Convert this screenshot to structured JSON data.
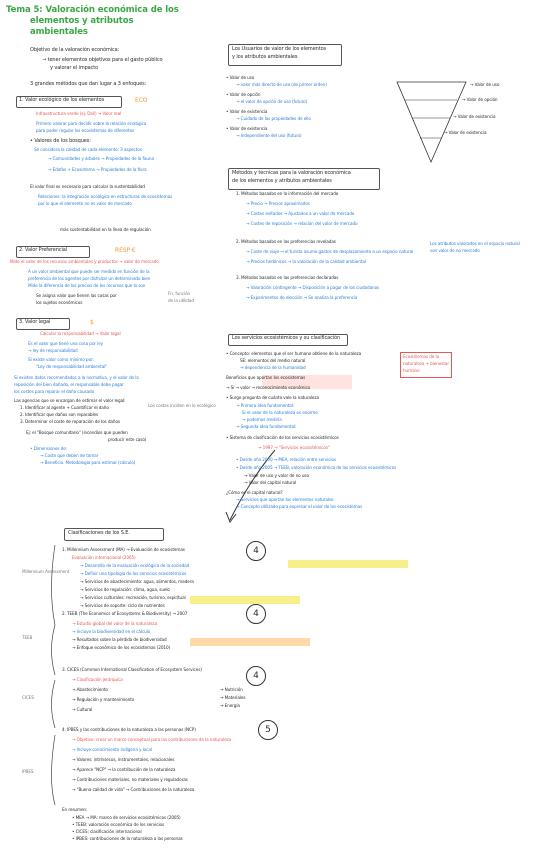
{
  "title": {
    "line1": "Tema 5: Valoración económica de los",
    "line2": "elementos y atributos",
    "line3": "ambientales"
  },
  "s1": {
    "a": "Objetivo de la valoración económica:",
    "b": "→ tener elementos objetivos para el gasto público",
    "c": "y valorar el impacto",
    "d": "3 grandes métodos que dan lugar a 3 enfoques:"
  },
  "m1": {
    "title": "1. Valor ecológico de los elementos",
    "tag": "ECO",
    "a": "Infraestructura verde (ej. Dalí) → Valor real",
    "b": "Primero valorar para decidir sobre la relación ecológica",
    "c": "para poder regular los ecosistemas de diferentes",
    "d": "• Valores de los bosques:",
    "e": "Se considera la calidad de cada elemento: 3 aspectos",
    "f": "→ Comunidades y árboles → Propiedades de la fauna",
    "g": "→ Edafos + Ecosistema → Propiedades de la flora",
    "h": "El valor final es necesario para  calcular la sustentabilidad",
    "i": "Relaciones: la integración ecológica en estructuras de ecosistemas",
    "j": "por lo que el elemento no es valor de mercado",
    "k": "más sustentabilidad en la línea de regulación"
  },
  "m2": {
    "title": "2. Valor Preferencial",
    "tag": "RESP €",
    "a": "Mide el valor de los recursos ambientales y productos → valor de mercado",
    "b": "A un valor ambiental que puede ser medido en función de la",
    "c": "preferencia de los agentes por disfrutar un determinado bien",
    "d": "Mide la diferencia de los precios de los recursos que lo son",
    "e": "Se asigna valor que tienen las cosas por",
    "f": "los sujetos económicos",
    "note1": "Fn. función",
    "note2": "de la utilidad"
  },
  "m3": {
    "title": "3. Valor legal",
    "tag": "$",
    "a": "Calcular la responsabilidad → Valor legal",
    "b": "Es el valor que tiene una cosa por ley",
    "c": "→ ley de responsabilidad",
    "d": "Sí existe valor como mínimo por:",
    "e": "\"Ley de responsabilidad ambiental\"",
    "f": "Si existen datos recomendados a la normativa, y el valor de la",
    "g": "reposición del bien dañado, el responsable debe pagar",
    "h": "los costes para reparar el daño causado",
    "i": "Las agencias que se encargan de estimar el valor legal:",
    "j": "1. Identificar al agente + Cuantificar el daño",
    "k": "2. Identificar que daños son reparables",
    "l": "3. Determinar el coste de reparación de los daños",
    "m": "Ej: el \"Bosque comunitario\" (incendios que pueden",
    "n": "producir este caso)",
    "o": "• Dimensiones de:",
    "p": "→ Coste que deben de tomar",
    "q": "→ Beneficio. Metodología para estimar (cálculo)",
    "note": "Los costes inciden en lo ecológico"
  },
  "r1": {
    "title1": "Los Usuarios de valor de los elementos",
    "title2": "y los atributos ambientales",
    "u1": "• Valor de uso",
    "u1a": "→ valor más directo de uso (de primer orden)",
    "u2": "• Valor de opción",
    "u2a": "→ el valor de opción de uso (futuro)",
    "u3": "• Valor de existencia",
    "u3a": "→ Cuidado de las propiedades de ello",
    "u4": "• Valor de existencia",
    "u4a": "→ Independiente del uso (futuro)",
    "p1": "→ Valor de uso",
    "p2": "→ Valor de opción",
    "p3": "→ Valor de existencia",
    "p4": "→ Valor de existencia"
  },
  "r2": {
    "title1": "Métodos y técnicas para la valoración económica",
    "title2": "de los elementos y atributos ambientales",
    "a": "1. Métodos basados en la información del mercado",
    "b": "→ Precio → Precios aproximados",
    "c": "→ Costes evitados → Ajustados a un valor de mercado",
    "d": "→ Costes de reposición → relación del valor de mercado",
    "e": "2. Métodos basados en las preferencias reveladas",
    "f": "→ Coste de viaje → el turista asume gastos de desplazamiento a un espacio natural",
    "g": "→ Precios hedónicos → la valoración de la calidad ambiental",
    "h": "3. Métodos basados en las preferencias declaradas",
    "i": "→ Valoración contingente → Disposición a pagar de los ciudadanos",
    "j": "→ Experimentos de elección → Se analiza la preferencia",
    "side1": "Los atributos valorados en el espacio natural",
    "side2": "son valor de no mercado"
  },
  "r3": {
    "title": "Los servicios ecosistémicos y su clasificación",
    "a": "• Concepto: elementos que el ser humano obtiene de la naturaleza",
    "b": "SE: elementos del medio natural",
    "c": "→ dependencia de la humanidad",
    "d": "Beneficios que aportan los ecosistemas",
    "e": "→ Sí → valor → reconocimiento económico",
    "f": "• Surge pregunta de cuánto vale la naturaleza",
    "g": "→ Primera idea fundamental:",
    "h": "Si el valor de la naturaleza es enorme",
    "i": "→ podemos medirla",
    "j": "→ Segunda idea fundamental:",
    "k": "• Sistema de clasificación de los servicios ecosistémicos",
    "l": "→ 1997 → \"Servicios ecosistémicos\"",
    "m": "• Desde año 2000 → MEA, relación entre servicios",
    "n": "• Desde año 2005 → TEEB, valoración económica de los servicios ecosistémicos",
    "o": "→ Valor de uso y valor de no uso",
    "p": "→ Valor del capital natural",
    "q": "¿Cómo es el capital natural?",
    "r": "→ Servicios que aportan los elementos naturales",
    "s": "→ Concepto utilizado para expresar el valor de los ecosistemas",
    "box1": "Ecosistemas de la",
    "box2": "naturaleza + bienestar",
    "box3": "humano"
  },
  "b": {
    "title": "Clasificaciones de los S.E.",
    "c1": "4",
    "c2": "4",
    "c3": "4",
    "c4": "5",
    "l1": "1. Millennium Assessment (MA) → Evaluación de ecosistemas",
    "l1a": "Evaluación internacional (2005)",
    "l1b": "→ Desarrollo de la evaluación ecológica de la sociedad",
    "l1c": "→ Definir una tipología de los servicios ecosistémicos",
    "l1d": "→ Servicios de abastecimiento: agua, alimentos, madera",
    "l1e": "→ Servicios de regulación: clima, agua, suelo",
    "l1f": "→ Servicios culturales: recreación, turismo, espiritual",
    "l1g": "→ Servicios de soporte: ciclo de nutrientes",
    "side1": "Millennium Assessment",
    "l2": "2. TEEB (The Economics of Ecosystems & Biodiversity) → 2007",
    "l2a": "→ Estudio global del valor de la naturaleza",
    "l2b": "→ Incluye la biodiversidad en el cálculo",
    "l2c": "→ Resultados sobre la pérdida de biodiversidad",
    "l2d": "→ Enfoque económico de los ecosistemas (2010)",
    "side2": "TEEB",
    "l3": "3. CICES (Common International Classification of Ecosystem Services)",
    "l3a": "→ Clasificación jerárquica",
    "l3b": "→ Abastecimiento",
    "l3c": "→ Regulación y mantenimiento",
    "l3d": "→ Cultural",
    "l3e": "→ Nutrición",
    "l3f": "→ Materiales",
    "l3g": "→ Energía",
    "side3": "CICES",
    "l4": "4. IPBES y las contribuciones de la naturaleza a las personas (NCP)",
    "l4a": "→ Objetivo: crear un marco conceptual para las contribuciones de la naturaleza",
    "l4b": "→ Incluye conocimiento indígena y local",
    "l4c": "→ Valores: intrínsecos, instrumentales, relacionales",
    "l4d": "→ Aparece \"NCP\" → la contribución de la naturaleza",
    "l4e": "→ Contribuciones materiales, no materiales y reguladoras",
    "l4f": "→ \"Buena calidad de vida\" → Contribuciones de la naturaleza",
    "side4": "IPBES",
    "f0": "En resumen:",
    "f1": "• MEA → MA: marco de servicios ecosistémicos (2005)",
    "f2": "• TEEB: valoración económica de los servicios",
    "f3": "• CICES: clasificación internacional",
    "f4": "• IPBES: contribuciones de la naturaleza a las personas"
  }
}
